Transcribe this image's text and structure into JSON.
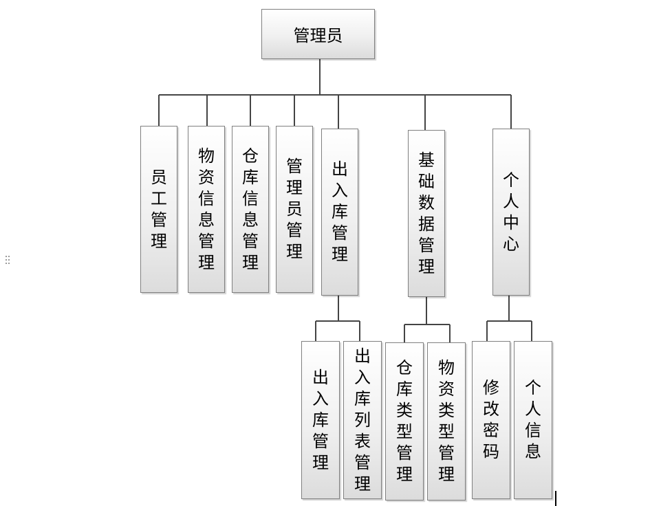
{
  "root": {
    "label": "管理员"
  },
  "level1": [
    {
      "label": "员工管理"
    },
    {
      "label": "物资信息管理"
    },
    {
      "label": "仓库信息管理"
    },
    {
      "label": "管理员管理"
    },
    {
      "label": "出入库管理"
    },
    {
      "label": "基础数据管理"
    },
    {
      "label": "个人中心"
    }
  ],
  "level2": [
    {
      "label": "出入库管理"
    },
    {
      "label": "出入库列表管理"
    },
    {
      "label": "仓库类型管理"
    },
    {
      "label": "物资类型管理"
    },
    {
      "label": "修改密码"
    },
    {
      "label": "个人信息"
    }
  ],
  "colors": {
    "border": "#7f7f7f",
    "line": "#444444",
    "fill_top": "#ffffff",
    "fill_bottom": "#dcdcdc"
  }
}
